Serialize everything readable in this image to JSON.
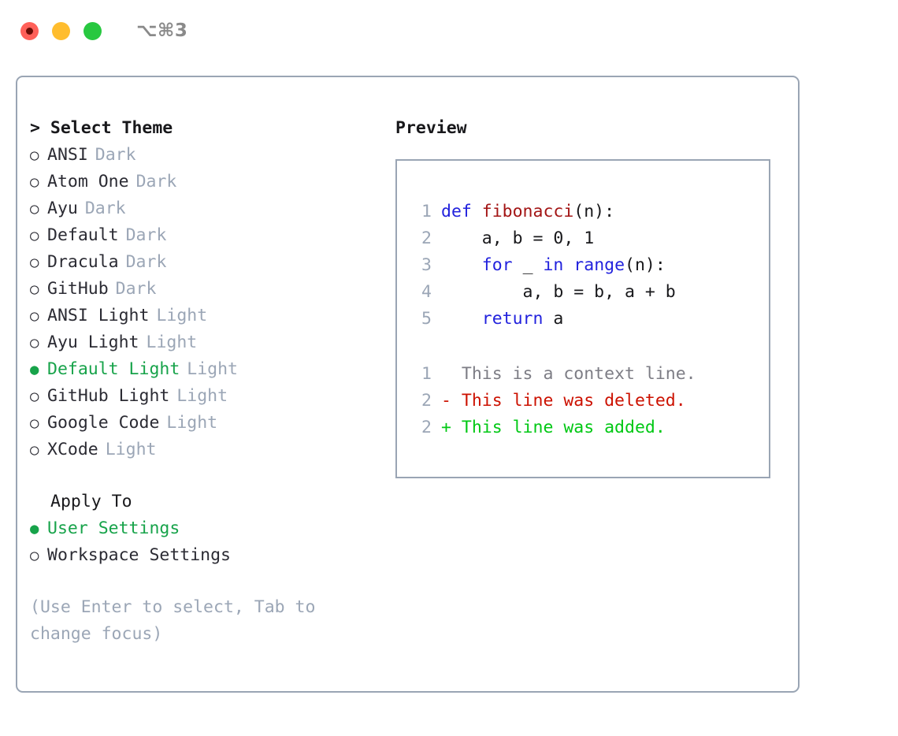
{
  "titlebar": {
    "shortcut": "⌥⌘3",
    "buttons": [
      {
        "name": "close",
        "color": "#FF6059"
      },
      {
        "name": "minimize",
        "color": "#FFBD2E"
      },
      {
        "name": "zoom",
        "color": "#28C840"
      }
    ]
  },
  "colors": {
    "accent_green": "#17A34A",
    "muted": "#9BA6B6",
    "text": "#2B2B33",
    "border": "#9AA5B4",
    "keyword_blue": "#2222DD",
    "function_red": "#A31515",
    "diff_delete": "#CC1100",
    "diff_add": "#00C814",
    "diff_context": "#7D7D85"
  },
  "theme_list": {
    "header": "> Select Theme",
    "items": [
      {
        "bullet": "○",
        "label": "ANSI",
        "badge": "Dark",
        "selected": false
      },
      {
        "bullet": "○",
        "label": "Atom One",
        "badge": "Dark",
        "selected": false
      },
      {
        "bullet": "○",
        "label": "Ayu",
        "badge": "Dark",
        "selected": false
      },
      {
        "bullet": "○",
        "label": "Default",
        "badge": "Dark",
        "selected": false
      },
      {
        "bullet": "○",
        "label": "Dracula",
        "badge": "Dark",
        "selected": false
      },
      {
        "bullet": "○",
        "label": "GitHub",
        "badge": "Dark",
        "selected": false
      },
      {
        "bullet": "○",
        "label": "ANSI Light",
        "badge": "Light",
        "selected": false
      },
      {
        "bullet": "○",
        "label": "Ayu Light",
        "badge": "Light",
        "selected": false
      },
      {
        "bullet": "●",
        "label": "Default Light",
        "badge": "Light",
        "selected": true
      },
      {
        "bullet": "○",
        "label": "GitHub Light",
        "badge": "Light",
        "selected": false
      },
      {
        "bullet": "○",
        "label": "Google Code",
        "badge": "Light",
        "selected": false
      },
      {
        "bullet": "○",
        "label": "XCode",
        "badge": "Light",
        "selected": false
      }
    ]
  },
  "apply_to": {
    "title": "Apply To",
    "items": [
      {
        "bullet": "●",
        "label": "User Settings",
        "selected": true
      },
      {
        "bullet": "○",
        "label": "Workspace Settings",
        "selected": false
      }
    ]
  },
  "hint": "(Use Enter to select, Tab to change focus)",
  "preview": {
    "title": "Preview",
    "code_lines": [
      {
        "no": "1",
        "tokens": [
          {
            "t": "def ",
            "c": "kw"
          },
          {
            "t": "fibonacci",
            "c": "fn"
          },
          {
            "t": "(n):",
            "c": "txt"
          }
        ]
      },
      {
        "no": "2",
        "tokens": [
          {
            "t": "    a, b = 0, 1",
            "c": "txt"
          }
        ]
      },
      {
        "no": "3",
        "tokens": [
          {
            "t": "    ",
            "c": "txt"
          },
          {
            "t": "for",
            "c": "kw"
          },
          {
            "t": " _ ",
            "c": "txt"
          },
          {
            "t": "in range",
            "c": "kw"
          },
          {
            "t": "(n):",
            "c": "txt"
          }
        ]
      },
      {
        "no": "4",
        "tokens": [
          {
            "t": "        a, b = b, a + b",
            "c": "txt"
          }
        ]
      },
      {
        "no": "5",
        "tokens": [
          {
            "t": "    ",
            "c": "txt"
          },
          {
            "t": "return",
            "c": "kw"
          },
          {
            "t": " a",
            "c": "txt"
          }
        ]
      }
    ],
    "diff_lines": [
      {
        "no": "1",
        "text": "  This is a context line.",
        "kind": "ctx"
      },
      {
        "no": "2",
        "text": "- This line was deleted.",
        "kind": "del"
      },
      {
        "no": "2",
        "text": "+ This line was added.",
        "kind": "add"
      }
    ]
  }
}
